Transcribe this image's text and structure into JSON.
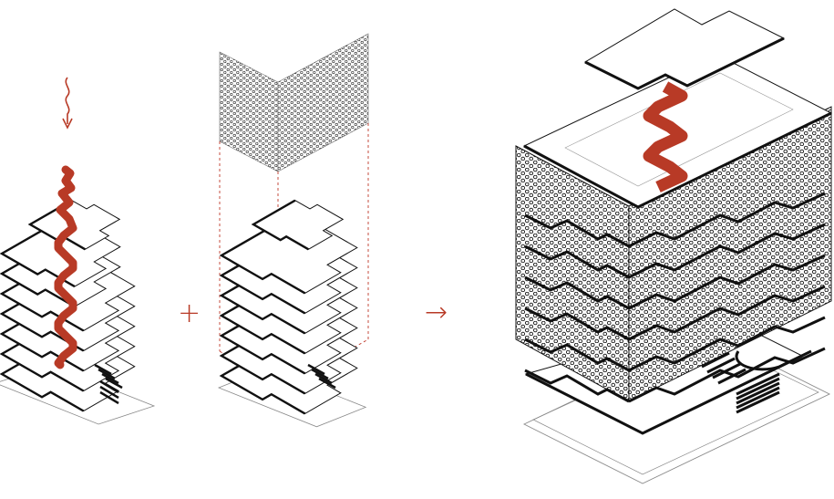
{
  "diagram": {
    "title": "",
    "colors": {
      "accent": "#b83a26",
      "line": "#111111",
      "thin_line": "#8a8a8a",
      "dashed": "#c0392b",
      "screen_fill": "#bdbdbd",
      "background": "#ffffff"
    },
    "operators": {
      "plus": "+",
      "arrow": "→"
    },
    "icons": [
      "wavy-arrow-icon",
      "plus-icon",
      "arrow-right-icon"
    ],
    "panels": [
      {
        "id": "floor-plates-with-stair",
        "floor_count": 7
      },
      {
        "id": "perforated-screen-facade",
        "floor_count": 7
      },
      {
        "id": "assembled-building",
        "floor_count": 6
      }
    ]
  }
}
